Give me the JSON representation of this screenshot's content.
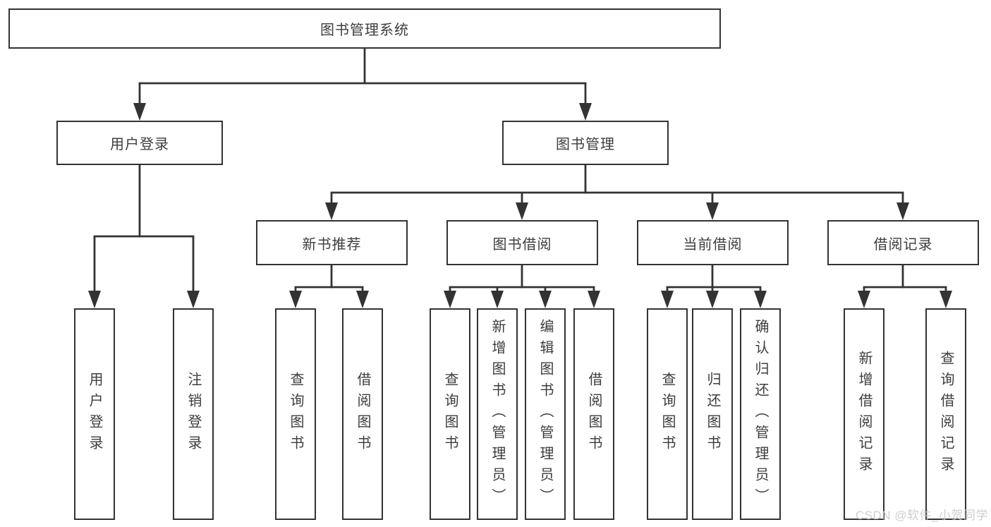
{
  "diagram": {
    "root": {
      "label": "图书管理系统"
    },
    "level1": [
      {
        "label": "用户登录"
      },
      {
        "label": "图书管理"
      }
    ],
    "level2": [
      {
        "label": "新书推荐"
      },
      {
        "label": "图书借阅"
      },
      {
        "label": "当前借阅"
      },
      {
        "label": "借阅记录"
      }
    ],
    "leaves": {
      "user": [
        {
          "label": "用户登录"
        },
        {
          "label": "注销登录"
        }
      ],
      "recommend": [
        {
          "label": "查询图书"
        },
        {
          "label": "借阅图书"
        }
      ],
      "borrow": [
        {
          "label": "查询图书"
        },
        {
          "label": "新增图书（管理员）"
        },
        {
          "label": "编辑图书（管理员）"
        },
        {
          "label": "借阅图书"
        }
      ],
      "current": [
        {
          "label": "查询图书"
        },
        {
          "label": "归还图书"
        },
        {
          "label": "确认归还（管理员）"
        }
      ],
      "records": [
        {
          "label": "新增借阅记录"
        },
        {
          "label": "查询借阅记录"
        }
      ]
    },
    "watermark": "CSDN @软件_小贺同学",
    "colors": {
      "line": "#333333",
      "text": "#3d3d3d",
      "watermark": "#c9c9c9",
      "background": "#ffffff"
    }
  }
}
